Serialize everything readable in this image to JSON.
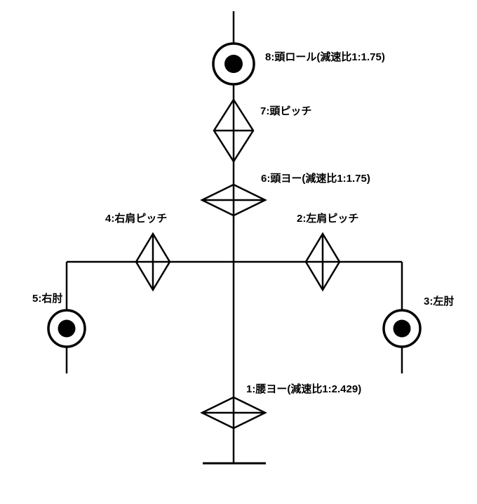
{
  "diagram": {
    "type": "robot-joint-kinematic-diagram",
    "colors": {
      "line": "#000000",
      "background": "#ffffff",
      "joint_fill": "#ffffff",
      "joint_dot": "#000000"
    },
    "joints": [
      {
        "id": "8",
        "name": "head-roll",
        "symbol": "circle-dot",
        "label": "8:頭ロール(減速比1:1.75)"
      },
      {
        "id": "7",
        "name": "head-pitch",
        "symbol": "diamond-vertical",
        "label": "7:頭ピッチ"
      },
      {
        "id": "6",
        "name": "head-yaw",
        "symbol": "diamond-horizontal",
        "label": "6:頭ヨー(減速比1:1.75)"
      },
      {
        "id": "4",
        "name": "right-shoulder-pitch",
        "symbol": "diamond-vertical",
        "label": "4:右肩ピッチ"
      },
      {
        "id": "2",
        "name": "left-shoulder-pitch",
        "symbol": "diamond-vertical",
        "label": "2:左肩ピッチ"
      },
      {
        "id": "5",
        "name": "right-elbow",
        "symbol": "circle-dot",
        "label": "5:右肘"
      },
      {
        "id": "3",
        "name": "left-elbow",
        "symbol": "circle-dot",
        "label": "3:左肘"
      },
      {
        "id": "1",
        "name": "waist-yaw",
        "symbol": "diamond-horizontal",
        "label": "1:腰ヨー(減速比1:2.429)"
      }
    ]
  }
}
